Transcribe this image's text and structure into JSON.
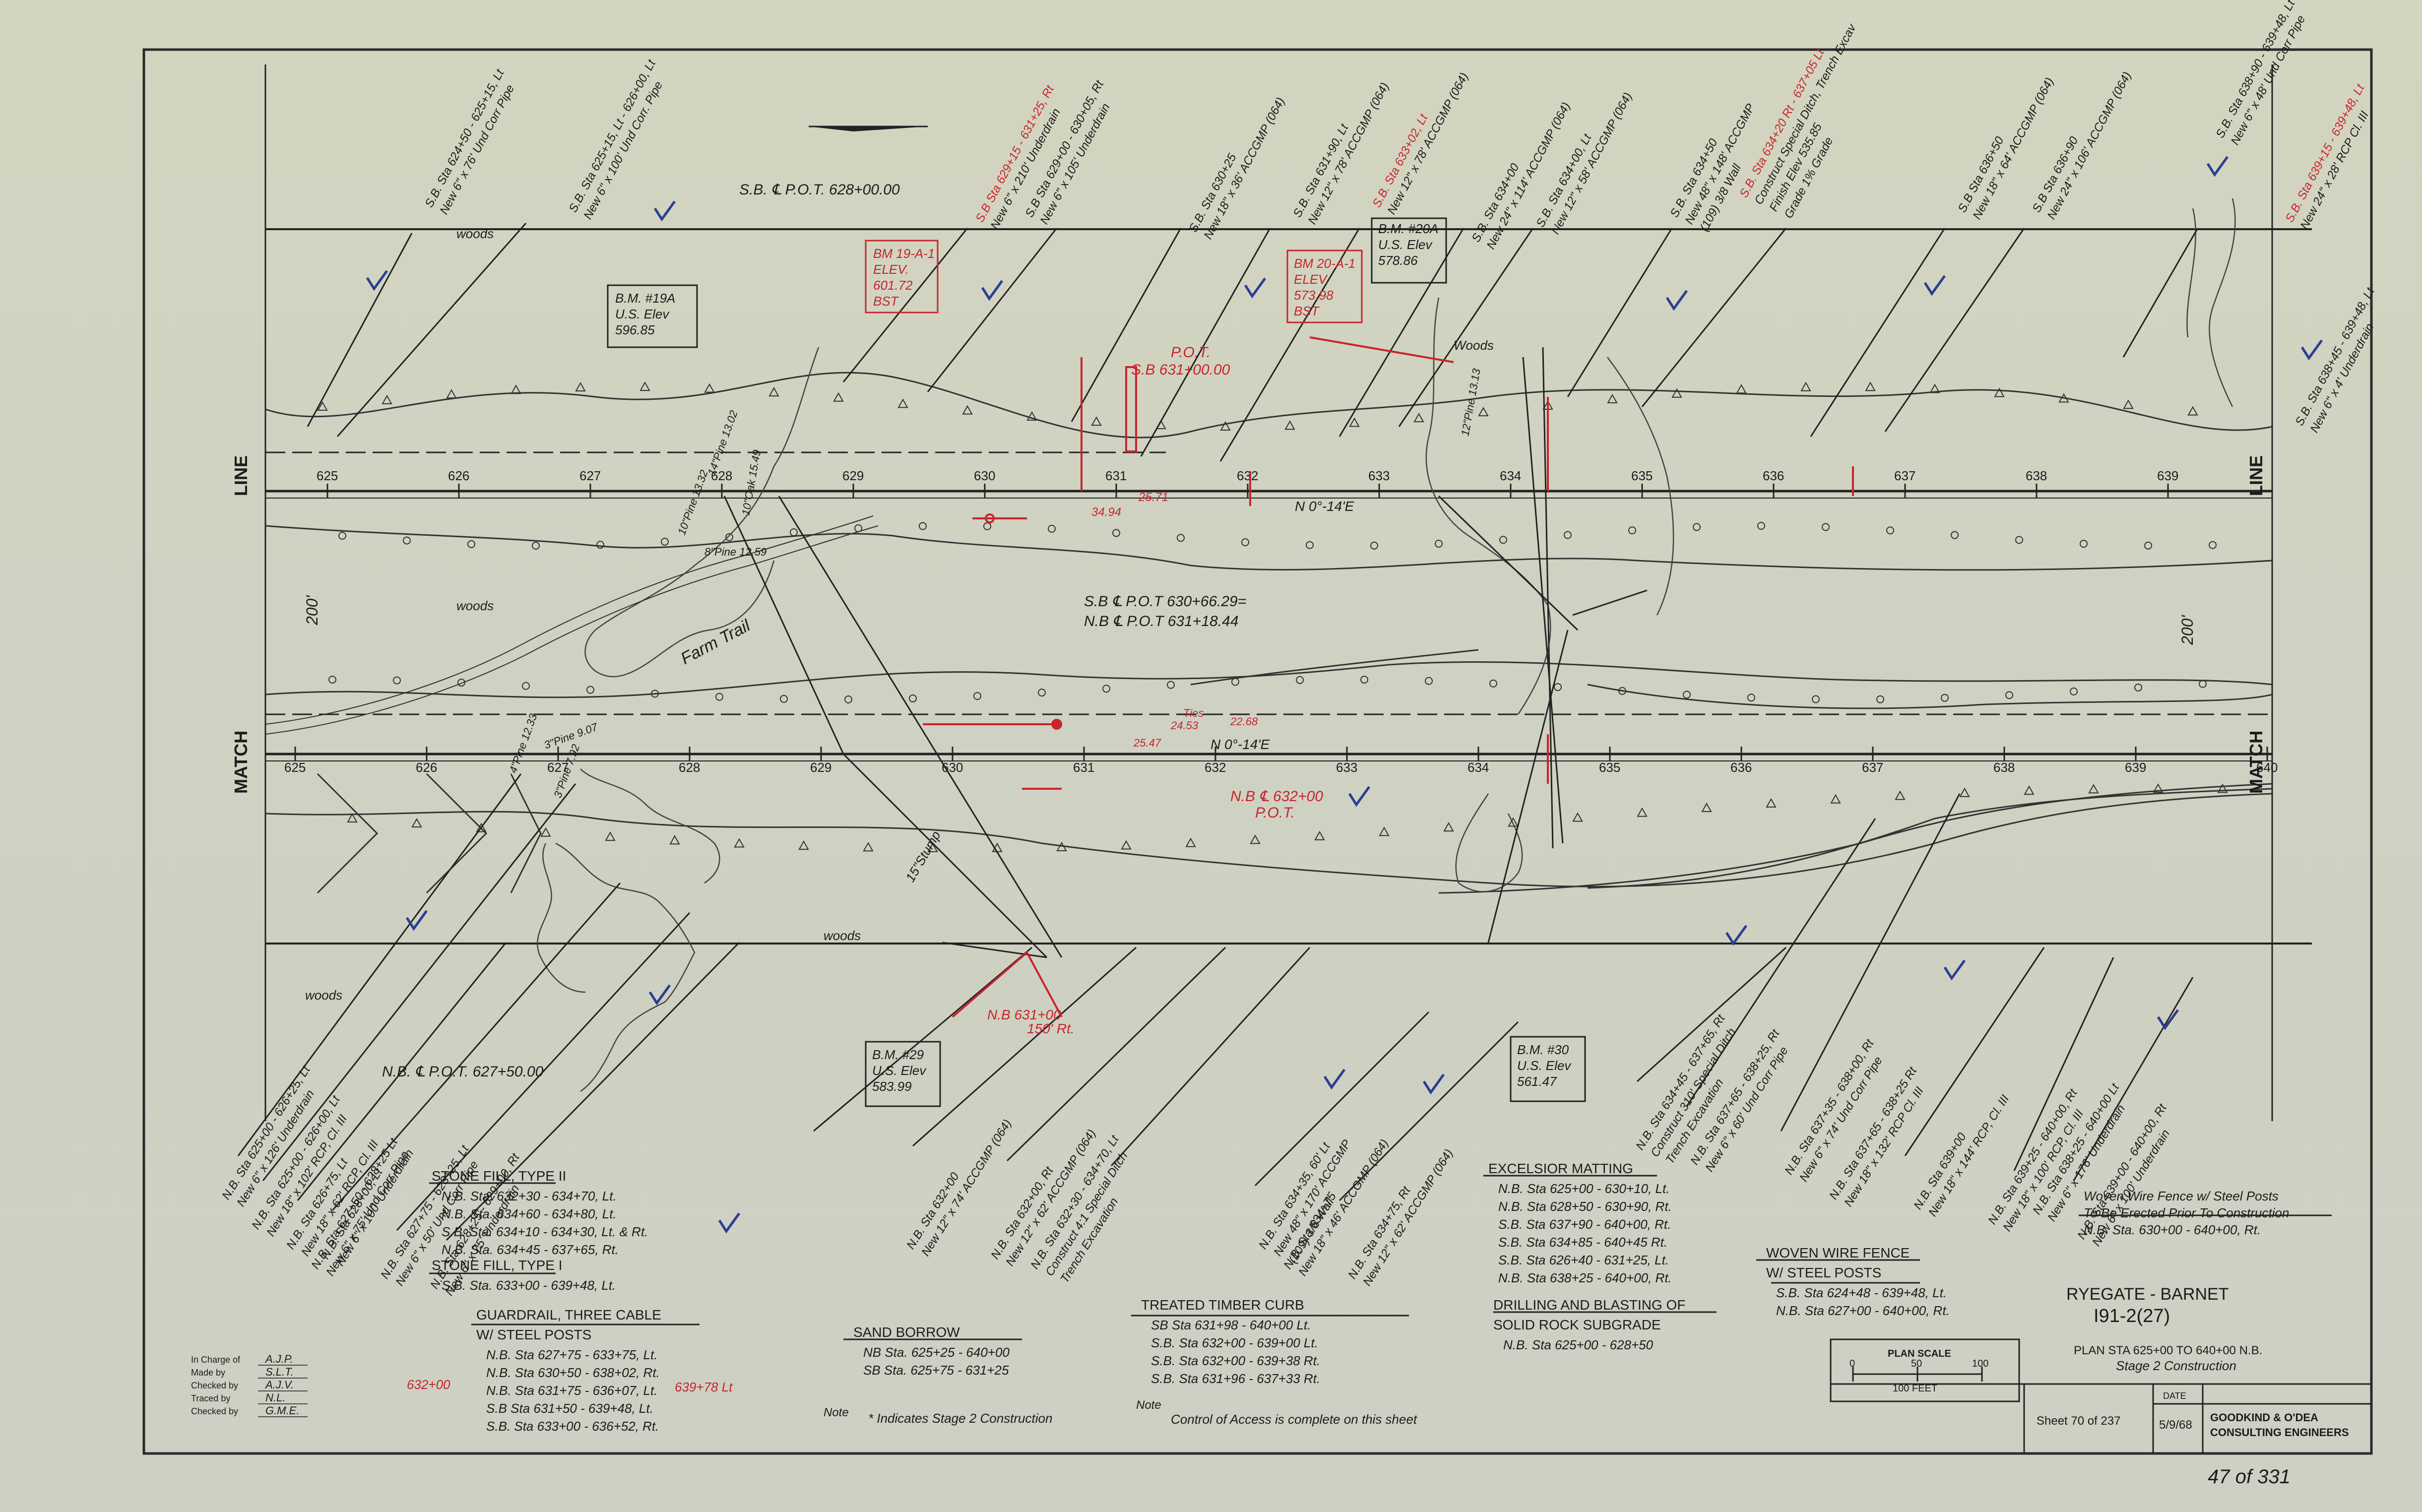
{
  "match_line_labels": [
    "LINE",
    "MATCH"
  ],
  "stations_sb": [
    "625",
    "626",
    "627",
    "628",
    "629",
    "630",
    "631",
    "632",
    "633",
    "634",
    "635",
    "636",
    "637",
    "638",
    "639"
  ],
  "stations_nb": [
    "625",
    "626",
    "627",
    "628",
    "629",
    "630",
    "631",
    "632",
    "633",
    "634",
    "635",
    "636",
    "637",
    "638",
    "639",
    "640"
  ],
  "bearing_sb": "N 0°-14'E",
  "bearing_nb": "N 0°-14'E",
  "offset_200_left": "200'",
  "offset_200_right": "200'",
  "woods": [
    "woods",
    "woods",
    "woods",
    "woods",
    "Woods"
  ],
  "farm_trail": "Farm Trail",
  "stump": "15\"Stump",
  "trees": [
    "14\"Pine 13.02",
    "10\"Pine 13.32",
    "8\"Pine 12.59",
    "4\"Pine 12.33",
    "3\"Pine 7.92",
    "3\"Pine 9.07",
    "10\"Oak 15.49",
    "12\"Pine 13.13"
  ],
  "callouts": {
    "sb_pot_628": "S.B. ℄ P.O.T. 628+00.00",
    "nb_pot_627": "N.B. ℄ P.O.T. 627+50.00",
    "sb_nb_pot": [
      "S.B ℄ P.O.T 630+66.29=",
      "N.B ℄ P.O.T 631+18.44"
    ],
    "pot_631": [
      "P.O.T.",
      "S.B 631+00.00"
    ],
    "nb_632": [
      "N.B ℄ 632+00",
      "P.O.T."
    ],
    "nb_631": [
      "N.B 631+00",
      "150' Rt."
    ],
    "ties_sb": [
      "25.71",
      "34.94"
    ],
    "ties_nb": [
      "Ties",
      "24.53",
      "22.68",
      "25.47"
    ]
  },
  "benchmarks": [
    {
      "id": "bm19a",
      "lines": [
        "B.M. #19A",
        "U.S. Elev",
        "596.85"
      ]
    },
    {
      "id": "bm19a1",
      "lines": [
        "BM 19-A-1",
        "ELEV.",
        "601.72",
        "BST"
      ]
    },
    {
      "id": "bm20a",
      "lines": [
        "B.M. #20A",
        "U.S. Elev",
        "578.86"
      ]
    },
    {
      "id": "bm20a1",
      "lines": [
        "BM 20-A-1",
        "ELEV.",
        "573.98",
        "BST"
      ]
    },
    {
      "id": "bm29",
      "lines": [
        "B.M. #29",
        "U.S. Elev",
        "583.99"
      ]
    },
    {
      "id": "bm30",
      "lines": [
        "B.M. #30",
        "U.S. Elev",
        "561.47"
      ]
    }
  ],
  "leaders_top": [
    {
      "lines": [
        "S.B. Sta 624+50 - 625+15, Lt",
        "New 6\" x 76' Und Corr Pipe"
      ]
    },
    {
      "lines": [
        "S.B. Sta 625+15, Lt - 626+00, Lt",
        "New 6\" x 100' Und Corr. Pipe"
      ]
    },
    {
      "lines": [
        "S.B Sta 629+15 - 631+25, Rt",
        "New 6\" x 210' Underdrain"
      ]
    },
    {
      "lines": [
        "S.B Sta 629+00 - 630+05, Rt",
        "New 6\" x 105' Underdrain"
      ]
    },
    {
      "lines": [
        "S.B. Sta 630+25",
        "New 18\" x 36' ACCGMP (064)"
      ]
    },
    {
      "lines": [
        "S.B. Sta 631+90, Lt",
        "New 12\" x 78' ACCGMP (064)"
      ]
    },
    {
      "lines": [
        "S.B. Sta 633+02, Lt",
        "New 12\" x 78' ACCGMP (064)"
      ]
    },
    {
      "lines": [
        "S.B. Sta 634+00",
        "New 24\" x 114' ACCGMP (064)"
      ]
    },
    {
      "lines": [
        "S.B. Sta 634+00, Lt",
        "New 12\" x 58' ACCGMP (064)"
      ]
    },
    {
      "lines": [
        "S.B. Sta 634+50",
        "New 48\" x 148' ACCGMP",
        "(109) 3/8 Wall"
      ]
    },
    {
      "lines": [
        "S.B. Sta 634+20 Rt - 637+05 Lt",
        "Construct Special Ditch, Trench Excav",
        "Finish Elev 535.85",
        "Grade 1% Grade"
      ]
    },
    {
      "lines": [
        "S.B Sta 636+50",
        "New 18\" x 64' ACCGMP (064)"
      ]
    },
    {
      "lines": [
        "S.B Sta 636+90",
        "New 24\" x 106' ACCGMP (064)"
      ]
    },
    {
      "lines": [
        "S.B. Sta 638+90 - 639+48, Lt",
        "New 6\" x 48' Und Corr Pipe"
      ]
    },
    {
      "lines": [
        "S.B. Sta 639+15 - 639+48, Lt",
        "New 24\" x 28' RCP Cl. III"
      ]
    },
    {
      "lines": [
        "S.B. Sta 638+45 - 639+48, Lt",
        "New 6\" x 4' Underdrain"
      ]
    }
  ],
  "leaders_bottom": [
    {
      "lines": [
        "N.B. Sta 625+00 - 626+25, Lt",
        "New 6\" x 126' Underdrain"
      ]
    },
    {
      "lines": [
        "N.B. Sta 625+00 - 626+00, Lt",
        "New 18\" x 102' RCP, Cl. III"
      ]
    },
    {
      "lines": [
        "N.B. Sta 626+75, Lt",
        "New 18\" x 62' RCP, Cl. III"
      ]
    },
    {
      "lines": [
        "N.B. Sta 628+00, Lt",
        "New 6\" x 100' Underdrain"
      ]
    },
    {
      "lines": [
        "N.B. Sta 627+50 - 628+25 Lt",
        "New 6\" x 75' Und Corr Pipe"
      ]
    },
    {
      "lines": [
        "N.B. Sta 627+75 - 628+25, Lt",
        "New 6\" x 50' Und Corr Pipe"
      ]
    },
    {
      "lines": [
        "N.B. Sta 628+25 - 629+00, Rt",
        "New 6\" x 75' Underdrain"
      ]
    },
    {
      "lines": [
        "N.B. Sta 632+00",
        "New 12\" x 74' ACCGMP (064)"
      ]
    },
    {
      "lines": [
        "N.B. Sta 632+00, Rt",
        "New 12\" x 62' ACCGMP (064)"
      ]
    },
    {
      "lines": [
        "N.B. Sta 632+30 - 634+70, Lt",
        "Construct 4:1 Special Ditch",
        "Trench Excavation"
      ]
    },
    {
      "lines": [
        "N.B. Sta 634+35, 60' Lt",
        "New 48\" x 170' ACCGMP",
        "(109) 3/8 Wall"
      ]
    },
    {
      "lines": [
        "N.B. Sta 634+75",
        "New 18\" x 46' ACCGMP (064)"
      ]
    },
    {
      "lines": [
        "N.B. Sta 634+75, Rt",
        "New 12\" x 62' ACCGMP (064)"
      ]
    },
    {
      "lines": [
        "N.B. Sta 634+45 - 637+65, Rt",
        "Construct 310' Special Ditch",
        "Trench Excavation"
      ]
    },
    {
      "lines": [
        "N.B. Sta 637+65 - 638+25, Rt",
        "New 6\" x 60' Und Corr Pipe"
      ]
    },
    {
      "lines": [
        "N.B. Sta 637+35 - 638+00, Rt",
        "New 6\" x 74' Und Corr Pipe"
      ]
    },
    {
      "lines": [
        "N.B. Sta 637+65 - 638+25 Rt",
        "New 18\" x 132' RCP Cl. III"
      ]
    },
    {
      "lines": [
        "N.B. Sta 639+00",
        "New 18\" x 144' RCP, Cl. III"
      ]
    },
    {
      "lines": [
        "N.B. Sta 639+25 - 640+00, Rt",
        "New 18\" x 100' RCP, Cl. III"
      ]
    },
    {
      "lines": [
        "N.B. Sta 638+25 - 640+00 Lt",
        "New 6\" x 176' Underdrain"
      ]
    },
    {
      "lines": [
        "N.B. Sta 639+00 - 640+00, Rt",
        "New 6\" x 100' Underdrain"
      ]
    }
  ],
  "notes": {
    "stone_fill_2": {
      "title": "STONE FILL, TYPE II",
      "rows": [
        "N.B. Sta. 632+30 - 634+70, Lt.",
        "N.B. Sta. 634+60 - 634+80, Lt.",
        "S.B. Sta. 634+10 - 634+30, Lt. & Rt.",
        "N.B. Sta. 634+45 - 637+65, Rt."
      ]
    },
    "stone_fill_1": {
      "title": "STONE FILL, TYPE I",
      "rows": [
        "S.B. Sta. 633+00 - 639+48, Lt."
      ]
    },
    "guardrail": {
      "title": [
        "GUARDRAIL, THREE CABLE",
        "W/ STEEL POSTS"
      ],
      "rows": [
        "N.B. Sta 627+75 - 633+75, Lt.",
        "N.B. Sta 630+50 - 638+02, Rt.",
        "N.B. Sta 631+75 - 636+07, Lt.",
        "S.B Sta 631+50 - 639+48, Lt.",
        "S.B. Sta 633+00 - 636+52, Rt."
      ],
      "red_left": "632+00",
      "red_right": "639+78 Lt"
    },
    "sand_borrow": {
      "title": "SAND BORROW",
      "rows": [
        "NB Sta. 625+25 - 640+00",
        "SB Sta. 625+75 - 631+25"
      ]
    },
    "timber_curb": {
      "title": "TREATED TIMBER CURB",
      "rows": [
        "SB Sta 631+98 - 640+00 Lt.",
        "S.B. Sta 632+00 - 639+00 Lt.",
        "S.B. Sta 632+00 - 639+38 Rt.",
        "S.B. Sta 631+96 - 637+33 Rt."
      ]
    },
    "excelsior": {
      "title": "EXCELSIOR MATTING",
      "rows": [
        "N.B. Sta 625+00 - 630+10, Lt.",
        "N.B. Sta 628+50 - 630+90, Rt.",
        "S.B. Sta 637+90 - 640+00, Rt.",
        "S.B. Sta 634+85 - 640+45 Rt.",
        "S.B. Sta 626+40 - 631+25, Lt.",
        "N.B. Sta 638+25 - 640+00, Rt."
      ]
    },
    "woven_fence": {
      "title": [
        "WOVEN WIRE FENCE",
        "W/ STEEL POSTS"
      ],
      "rows": [
        "S.B. Sta 624+48 - 639+48, Lt.",
        "N.B. Sta 627+00 - 640+00, Rt."
      ]
    },
    "drilling": {
      "title": [
        "DRILLING AND BLASTING OF",
        "SOLID ROCK SUBGRADE"
      ],
      "rows": [
        "N.B. Sta 625+00 - 628+50"
      ]
    },
    "woven_note": [
      "Woven Wire Fence w/ Steel Posts",
      "To Be Erected Prior To Construction",
      "N.B. Sta. 630+00 - 640+00, Rt."
    ],
    "stage_note": "* Indicates Stage 2 Construction",
    "access_note": "Control of Access is complete on this sheet",
    "note_label": "Note"
  },
  "title_block": {
    "project": "RYEGATE - BARNET",
    "number": "I91-2(27)",
    "plan": "PLAN STA 625+00 TO 640+00 N.B.",
    "stage": "Stage 2 Construction",
    "scale_title": "PLAN SCALE",
    "scale_ticks": [
      "0",
      "50",
      "100"
    ],
    "scale_label": "100 FEET",
    "sheet": "Sheet 70 of 237",
    "date_label": "DATE",
    "date": "5/9/68",
    "firm": [
      "GOODKIND & O'DEA",
      "CONSULTING ENGINEERS"
    ],
    "page_count": "47 of 331"
  },
  "credits": [
    {
      "role": "In Charge of",
      "name": "A.J.P."
    },
    {
      "role": "Made by",
      "name": "S.L.T."
    },
    {
      "role": "Checked by",
      "name": "A.J.V."
    },
    {
      "role": "Traced by",
      "name": "N.L."
    },
    {
      "role": "Checked by",
      "name": "G.M.E."
    }
  ],
  "colors": {
    "ink": "#1c1c1c",
    "red": "#c8242c",
    "blue": "#2a3e93",
    "paper": "#cfd0bb"
  }
}
